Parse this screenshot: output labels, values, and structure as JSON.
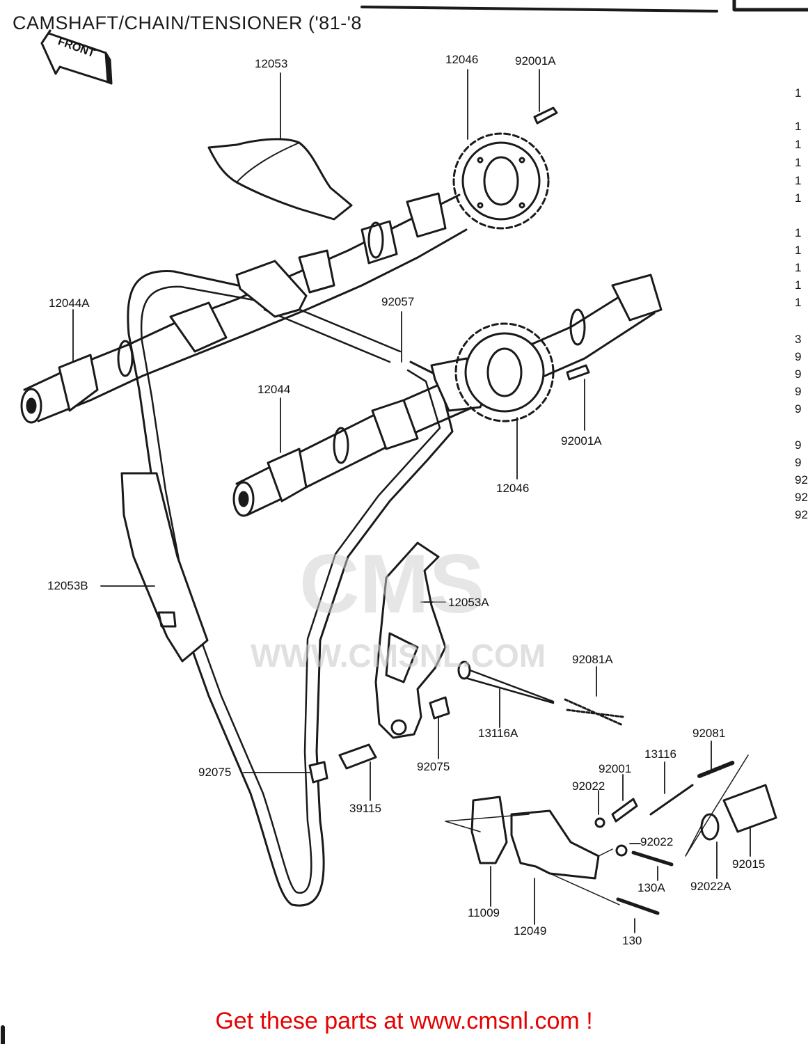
{
  "title": "CAMSHAFT/CHAIN/TENSIONER ('81-'8",
  "front_arrow_text": "FRONT",
  "watermark": {
    "logo": "CMS",
    "url": "WWW.CMSNL.COM"
  },
  "cta": "Get these parts at www.cmsnl.com !",
  "part_labels": [
    {
      "id": "12053",
      "text": "12053"
    },
    {
      "id": "12046-top",
      "text": "12046"
    },
    {
      "id": "92001A-top",
      "text": "92001A"
    },
    {
      "id": "12044A",
      "text": "12044A"
    },
    {
      "id": "92057",
      "text": "92057"
    },
    {
      "id": "12044",
      "text": "12044"
    },
    {
      "id": "92001A-mid",
      "text": "92001A"
    },
    {
      "id": "12046-mid",
      "text": "12046"
    },
    {
      "id": "12053B",
      "text": "12053B"
    },
    {
      "id": "12053A",
      "text": "12053A"
    },
    {
      "id": "92081A",
      "text": "92081A"
    },
    {
      "id": "13116A",
      "text": "13116A"
    },
    {
      "id": "92075-right",
      "text": "92075"
    },
    {
      "id": "92075-left",
      "text": "92075"
    },
    {
      "id": "39115",
      "text": "39115"
    },
    {
      "id": "92081",
      "text": "92081"
    },
    {
      "id": "13116",
      "text": "13116"
    },
    {
      "id": "92001",
      "text": "92001"
    },
    {
      "id": "92022-top",
      "text": "92022"
    },
    {
      "id": "92022-mid",
      "text": "92022"
    },
    {
      "id": "92015",
      "text": "92015"
    },
    {
      "id": "130A",
      "text": "130A"
    },
    {
      "id": "92022A",
      "text": "92022A"
    },
    {
      "id": "11009",
      "text": "11009"
    },
    {
      "id": "12049",
      "text": "12049"
    },
    {
      "id": "130",
      "text": "130"
    }
  ],
  "right_edge_fragments": [
    "1",
    "1",
    "1",
    "1",
    "1",
    "1",
    "1",
    "1",
    "1",
    "1",
    "1",
    "3",
    "9",
    "9",
    "9",
    "9",
    "9",
    "9",
    "92",
    "92",
    "92"
  ]
}
